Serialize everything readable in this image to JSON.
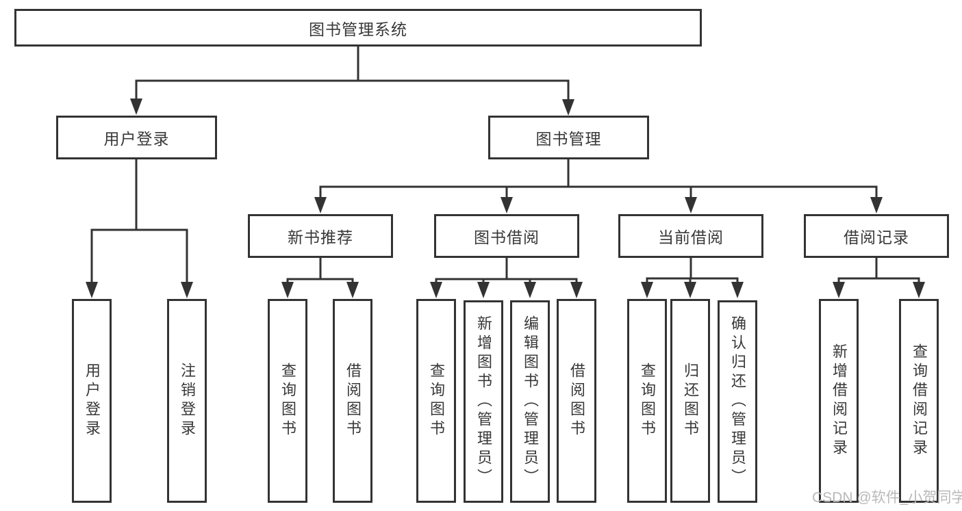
{
  "colors": {
    "background": "#ffffff",
    "line": "#333333",
    "box_border": "#333333",
    "text": "#383838",
    "watermark": "#b8b8b8"
  },
  "tree": {
    "root": {
      "label": "图书管理系统",
      "children": [
        {
          "label": "用户登录",
          "children": [
            {
              "label": "用户登录"
            },
            {
              "label": "注销登录"
            }
          ]
        },
        {
          "label": "图书管理",
          "children": [
            {
              "label": "新书推荐",
              "children": [
                {
                  "label": "查询图书"
                },
                {
                  "label": "借阅图书"
                }
              ]
            },
            {
              "label": "图书借阅",
              "children": [
                {
                  "label": "查询图书"
                },
                {
                  "label": "新增图书（管理员）"
                },
                {
                  "label": "编辑图书（管理员）"
                },
                {
                  "label": "借阅图书"
                }
              ]
            },
            {
              "label": "当前借阅",
              "children": [
                {
                  "label": "查询图书"
                },
                {
                  "label": "归还图书"
                },
                {
                  "label": "确认归还（管理员）"
                }
              ]
            },
            {
              "label": "借阅记录",
              "children": [
                {
                  "label": "新增借阅记录"
                },
                {
                  "label": "查询借阅记录"
                }
              ]
            }
          ]
        }
      ]
    }
  },
  "watermark": {
    "text": "CSDN @软件_小贺同学"
  }
}
